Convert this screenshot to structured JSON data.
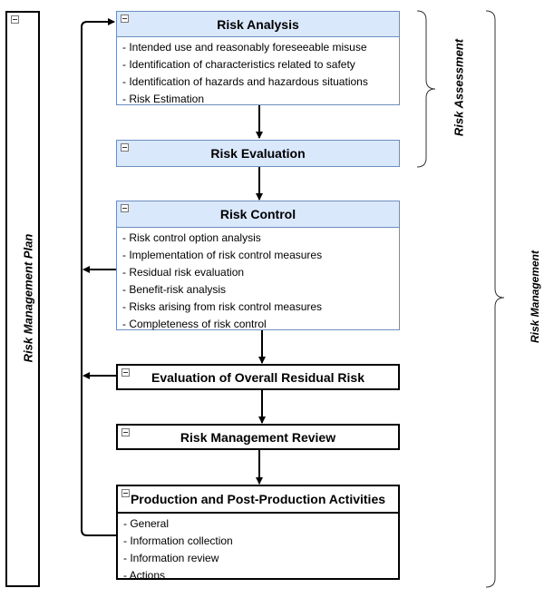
{
  "plan": {
    "label": "Risk Management Plan"
  },
  "analysis": {
    "title": "Risk Analysis",
    "items": [
      "- Intended use and reasonably foreseeable misuse",
      "- Identification of characteristics related to safety",
      "- Identification of hazards and hazardous situations",
      "- Risk Estimation"
    ]
  },
  "evaluation": {
    "title": "Risk Evaluation"
  },
  "control": {
    "title": "Risk Control",
    "items": [
      "- Risk control option analysis",
      "- Implementation of risk control measures",
      "- Residual risk evaluation",
      "- Benefit-risk analysis",
      "- Risks arising from risk control measures",
      "- Completeness of risk control"
    ]
  },
  "overall": {
    "title": "Evaluation of Overall Residual Risk"
  },
  "review": {
    "title": "Risk Management Review"
  },
  "production": {
    "title": "Production and Post-Production Activities",
    "items": [
      "- General",
      "- Information collection",
      "- Information review",
      "- Actions"
    ]
  },
  "braces": {
    "assessment": "Risk Assessment",
    "management": "Risk Management"
  }
}
